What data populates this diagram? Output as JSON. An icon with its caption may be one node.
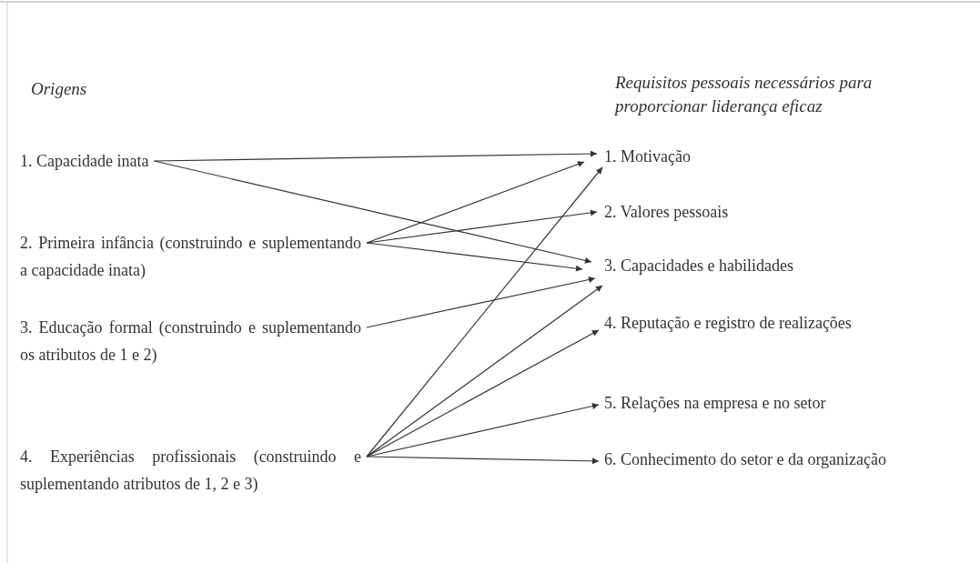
{
  "diagram": {
    "nodes": [
      {
        "text": [
          "1. Capacidade inata"
        ]
      },
      {
        "text": [
          "2. Primeira infância (construindo e suplementando a capacidade inata)"
        ]
      },
      {
        "text": [
          "3. Educação formal (construindo e suplementando os atributos de 1 e 2)"
        ]
      },
      {
        "text": [
          "4. Experiências profissionais (construindo e suplementando atributos de 1, 2 e 3)"
        ]
      },
      {
        "text": [
          "1. Motivação"
        ]
      },
      {
        "text": [
          "2. Valores pessoais"
        ]
      },
      {
        "text": [
          "3. Capacidades e habilidades"
        ]
      },
      {
        "text": [
          "4. Reputação e registro de realizações"
        ]
      },
      {
        "text": [
          "5. Relações na empresa e no setor"
        ]
      },
      {
        "text": [
          "6. Conhecimento do setor e da organização"
        ]
      }
    ],
    "edges": [
      {
        "from": 0,
        "to": 4,
        "arrow": "to"
      },
      {
        "from": 0,
        "to": 6,
        "arrow": "to"
      },
      {
        "from": 1,
        "to": 4,
        "arrow": "to"
      },
      {
        "from": 1,
        "to": 5,
        "arrow": "to"
      },
      {
        "from": 1,
        "to": 6,
        "arrow": "to"
      },
      {
        "from": 2,
        "to": 6,
        "arrow": "to"
      },
      {
        "from": 3,
        "to": 4,
        "arrow": "to"
      },
      {
        "from": 3,
        "to": 6,
        "arrow": "to"
      },
      {
        "from": 3,
        "to": 7,
        "arrow": "to"
      },
      {
        "from": 3,
        "to": 8,
        "arrow": "to"
      },
      {
        "from": 3,
        "to": 9,
        "arrow": "to"
      }
    ],
    "labels": [
      "Origens",
      "Requisitos pessoais necessários para proporcionar liderança eficaz"
    ]
  }
}
